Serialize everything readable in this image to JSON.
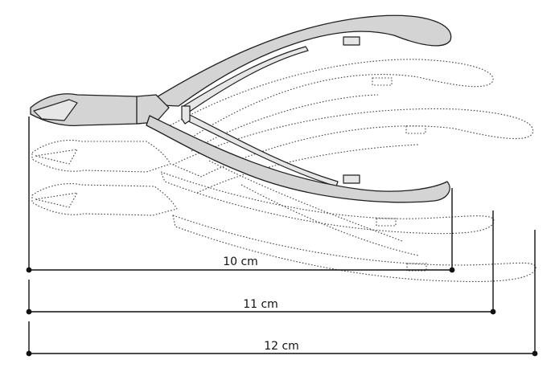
{
  "dimensions": [
    {
      "label": "10 cm"
    },
    {
      "label": "11 cm"
    },
    {
      "label": "12 cm"
    }
  ]
}
